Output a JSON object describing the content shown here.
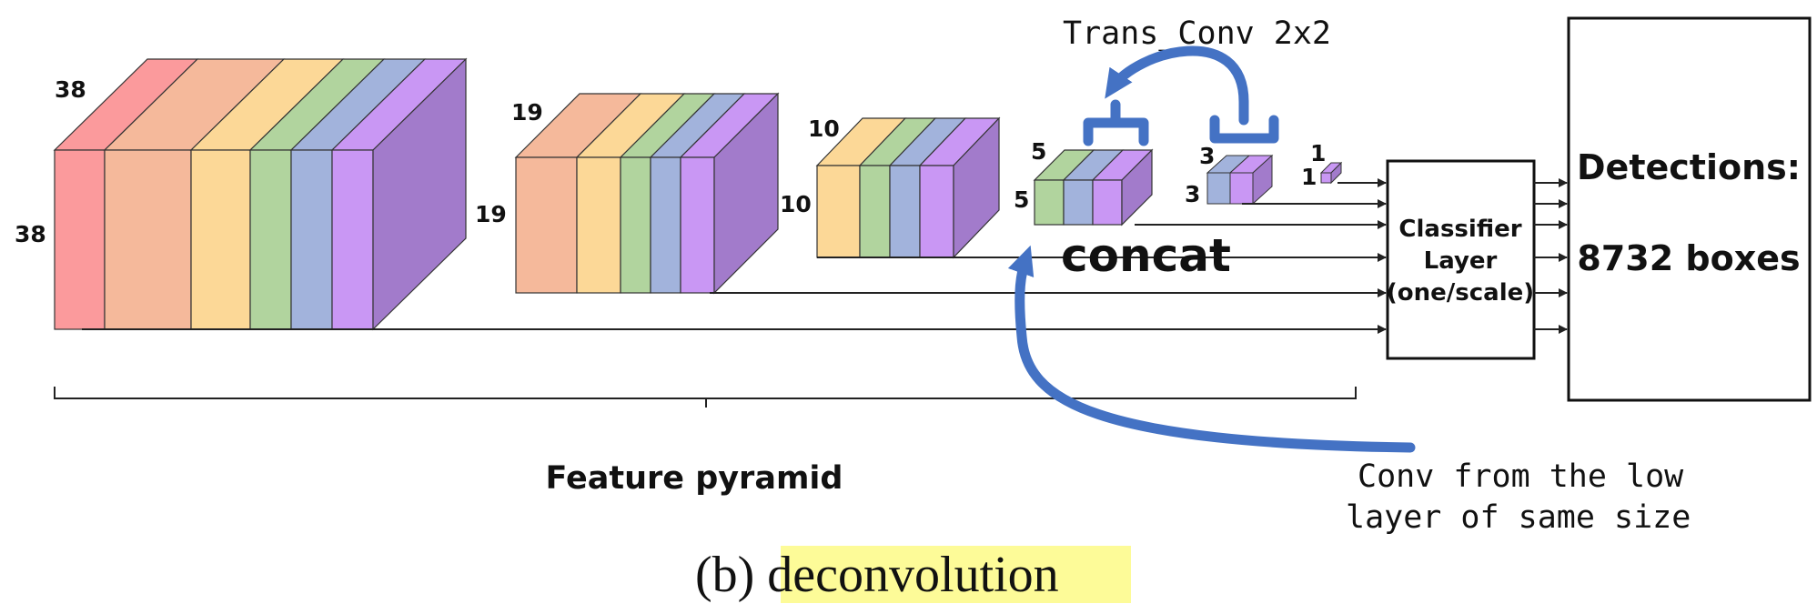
{
  "colors": {
    "slab": [
      "#fb9a9c",
      "#f5b99b",
      "#fcd897",
      "#b1d49e",
      "#a2b3dc",
      "#c997f4"
    ],
    "side": "#a27bcb",
    "arrow_blue": "#4472c4",
    "highlight": "#fdfb98"
  },
  "blocks": [
    {
      "side_label": "38",
      "top_label": "38",
      "slab_start": 0
    },
    {
      "side_label": "19",
      "top_label": "19",
      "slab_start": 1
    },
    {
      "side_label": "10",
      "top_label": "10",
      "slab_start": 2
    },
    {
      "side_label": "5",
      "top_label": "5",
      "slab_start": 3
    },
    {
      "side_label": "3",
      "top_label": "3",
      "slab_start": 4
    },
    {
      "side_label": "1",
      "top_label": "1",
      "slab_start": 5
    }
  ],
  "annotations": {
    "trans_conv": "Trans_Conv 2x2",
    "concat": "concat",
    "conv_low_1": "Conv from the low",
    "conv_low_2": "layer of same size"
  },
  "classifier": {
    "line1": "Classifier",
    "line2": "Layer",
    "line3": "(one/scale)"
  },
  "detections": {
    "line1": "Detections:",
    "line2": "8732 boxes"
  },
  "feature_pyramid": "Feature pyramid",
  "caption": {
    "prefix": "(b) ",
    "highlighted": "deconvolution"
  }
}
